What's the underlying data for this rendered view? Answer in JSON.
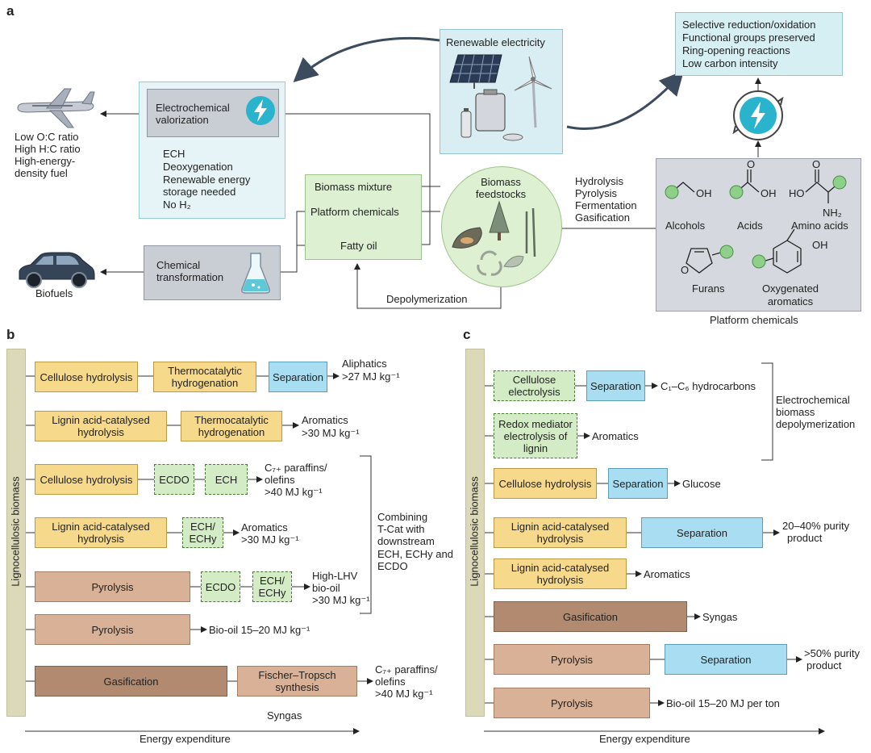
{
  "panels": {
    "a": "a",
    "b": "b",
    "c": "c"
  },
  "a": {
    "aircraft_caption": [
      "Low O:C ratio",
      "High H:C ratio",
      "High-energy-",
      "density fuel"
    ],
    "car_caption": "Biofuels",
    "electro_title": [
      "Electrochemical",
      "valorization"
    ],
    "electro_items": [
      "ECH",
      "Deoxygenation",
      "Renewable energy",
      "storage needed",
      "No H₂"
    ],
    "chem_transform": [
      "Chemical",
      "transformation"
    ],
    "renewable_title": "Renewable electricity",
    "biomass_mixture": [
      "Biomass mixture",
      "Platform chemicals",
      "Fatty oil"
    ],
    "biomass_feed": [
      "Biomass",
      "feedstocks"
    ],
    "processes": [
      "Hydrolysis",
      "Pyrolysis",
      "Fermentation",
      "Gasification"
    ],
    "depolymerization": "Depolymerization",
    "selective": [
      "Selective reduction/oxidation",
      "Functional groups preserved",
      "Ring-opening reactions",
      "Low carbon intensity"
    ],
    "chem_labels": {
      "alcohols": "Alcohols",
      "acids": "Acids",
      "amino": "Amino acids",
      "furans": "Furans",
      "oxy": [
        "Oxygenated",
        "aromatics"
      ],
      "oh": "OH",
      "o": "O",
      "ho": "HO",
      "nh2": "NH₂"
    },
    "platform_chemicals": "Platform chemicals"
  },
  "b": {
    "axis_label": "Lignocellulosic biomass",
    "rows": [
      {
        "boxes": [
          "Cellulose hydrolysis",
          "Thermocatalytic hydrogenation",
          "Separation"
        ],
        "out": [
          "Aliphatics",
          ">27 MJ kg⁻¹"
        ]
      },
      {
        "boxes": [
          "Lignin acid-catalysed hydrolysis",
          "Thermocatalytic hydrogenation"
        ],
        "out": [
          "Aromatics",
          ">30 MJ kg⁻¹"
        ]
      },
      {
        "boxes": [
          "Cellulose hydrolysis",
          "ECDO",
          "ECH"
        ],
        "out": [
          "C₇₊ paraffins/",
          "olefins",
          ">40 MJ kg⁻¹"
        ]
      },
      {
        "boxes": [
          "Lignin acid-catalysed hydrolysis",
          "ECH/ ECHy"
        ],
        "out": [
          "Aromatics",
          ">30 MJ kg⁻¹"
        ]
      },
      {
        "boxes": [
          "Pyrolysis",
          "ECDO",
          "ECH/ ECHy"
        ],
        "out": [
          "High-LHV",
          "bio-oil",
          ">30 MJ kg⁻¹"
        ]
      },
      {
        "boxes": [
          "Pyrolysis"
        ],
        "out": [
          "Bio-oil 15–20 MJ kg⁻¹"
        ]
      },
      {
        "boxes": [
          "Gasification",
          "Fischer–Tropsch synthesis"
        ],
        "out": [
          "C₇₊ paraffins/",
          "olefins",
          ">40 MJ kg⁻¹"
        ]
      }
    ],
    "combining": [
      "Combining",
      "T-Cat with",
      "downstream",
      "ECH, ECHy and",
      "ECDO"
    ],
    "syngas": "Syngas",
    "energy": "Energy expenditure"
  },
  "c": {
    "axis_label": "Lignocellulosic biomass",
    "rows": [
      {
        "boxes": [
          "Cellulose electrolysis",
          "Separation"
        ],
        "out": [
          "C₁–C₆ hydrocarbons"
        ]
      },
      {
        "boxes": [
          "Redox mediator electrolysis of lignin"
        ],
        "out": [
          "Aromatics"
        ]
      },
      {
        "boxes": [
          "Cellulose hydrolysis",
          "Separation"
        ],
        "out": [
          "Glucose"
        ]
      },
      {
        "boxes": [
          "Lignin acid-catalysed hydrolysis",
          "Separation"
        ],
        "out": [
          "20–40% purity",
          "product"
        ]
      },
      {
        "boxes": [
          "Lignin acid-catalysed hydrolysis"
        ],
        "out": [
          "Aromatics"
        ]
      },
      {
        "boxes": [
          "Gasification"
        ],
        "out": [
          "Syngas"
        ]
      },
      {
        "boxes": [
          "Pyrolysis",
          "Separation"
        ],
        "out": [
          ">50% purity",
          "product"
        ]
      },
      {
        "boxes": [
          "Pyrolysis"
        ],
        "out": [
          "Bio-oil 15–20 MJ per ton"
        ]
      }
    ],
    "electro_depoly": [
      "Electrochemical",
      "biomass",
      "depolymerization"
    ],
    "energy": "Energy expenditure"
  }
}
